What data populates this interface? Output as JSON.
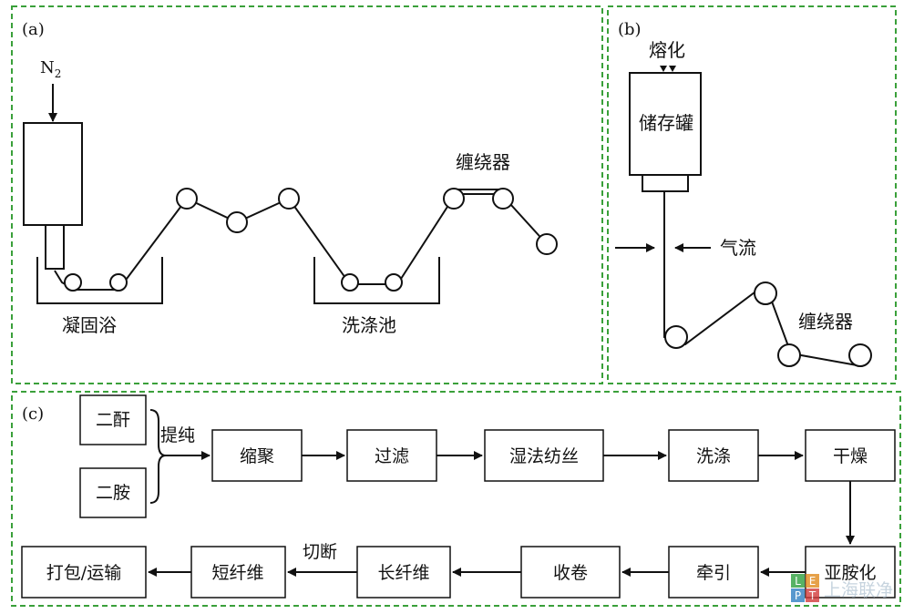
{
  "panels": {
    "a": {
      "tag": "(a)",
      "gas": "N",
      "gas_sub": "2",
      "bath1": "凝固浴",
      "bath2": "洗涤池",
      "winder": "缠绕器"
    },
    "b": {
      "tag": "(b)",
      "melt": "熔化",
      "tank": "储存罐",
      "airflow": "气流",
      "winder": "缠绕器"
    },
    "c": {
      "tag": "(c)",
      "input1": "二酐",
      "input2": "二胺",
      "purify": "提纯",
      "row1": [
        "缩聚",
        "过滤",
        "湿法纺丝",
        "洗涤",
        "干燥"
      ],
      "row2": [
        "亚胺化",
        "牵引",
        "收卷",
        "长纤维",
        "短纤维",
        "打包/运输"
      ],
      "cut": "切断"
    }
  },
  "watermark": {
    "letters": [
      "L",
      "E",
      "P",
      "T"
    ],
    "text": "上海联净",
    "colors": [
      "#2e9f3e",
      "#e08a1c",
      "#2f7fc2",
      "#d23b3b"
    ]
  }
}
